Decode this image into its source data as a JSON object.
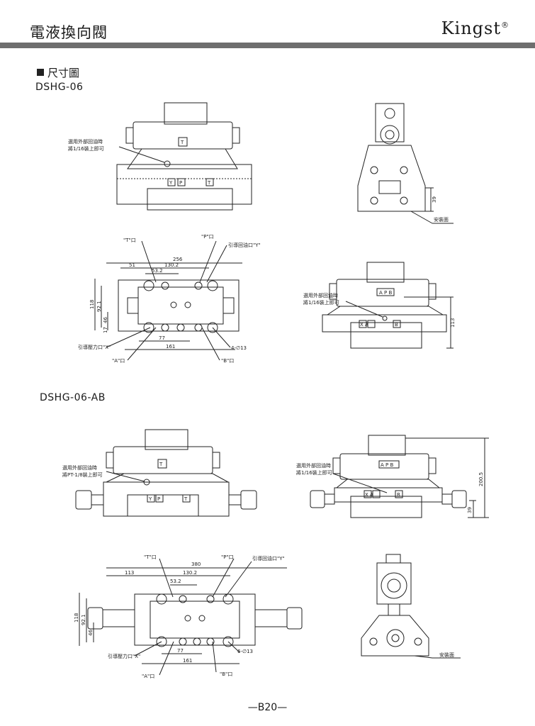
{
  "header": {
    "title": "電液換向閥",
    "brand": "Kingst",
    "registered": "®"
  },
  "section": {
    "title": "尺寸圖"
  },
  "models": {
    "model_1": "DSHG-06",
    "model_2": "DSHG-06-AB"
  },
  "labels": {
    "T": "T",
    "Y": "Y",
    "P": "P",
    "APB": "A P B",
    "XA": "X A",
    "B": "B",
    "drain_note_1": "選用外部回油時",
    "drain_note_2": "將1/16裝上即可",
    "drain_note_2_ab": "將PT-1/8裝上即可",
    "mount_face": "安裝面",
    "port_T": "\"T\"口",
    "port_P": "\"P\"口",
    "port_A": "\"A\"口",
    "port_B": "\"B\"口",
    "pilot_drain_Y": "引導回油口\"Y\"",
    "pilot_press_X": "引導壓力口\"X\""
  },
  "dims": {
    "d256": "256",
    "d51": "51",
    "d130_2": "130.2",
    "d53_2": "53.2",
    "d118": "118",
    "d92_1": "92.1",
    "d46": "46",
    "d17": "17",
    "d77": "77",
    "d161": "161",
    "d4_13": "4-∅13",
    "d113": "113",
    "d39": "39",
    "d380": "380",
    "d113b": "113",
    "d200_5": "200.5",
    "d6_13": "6-∅13"
  },
  "footer": {
    "page": "—B20—"
  }
}
